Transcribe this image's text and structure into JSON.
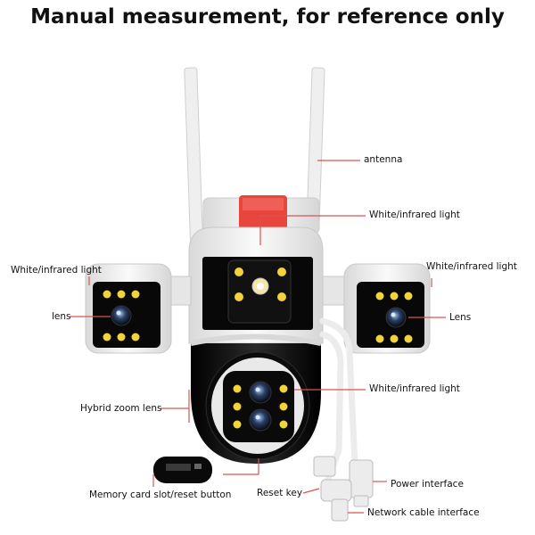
{
  "title": "Manual measurement, for reference only",
  "labels": {
    "antenna": "antenna",
    "light_top": "White/infrared light",
    "light_left": "White/infrared light",
    "light_right": "White/infrared light",
    "lens_left": "lens",
    "lens_right": "Lens",
    "light_bottom": "White/infrared light",
    "hybrid_zoom": "Hybrid zoom lens",
    "memory_card": "Memory card slot/reset button",
    "reset_key": "Reset key",
    "power": "Power interface",
    "network": "Network cable interface"
  },
  "colors": {
    "leader_line": "#d9534f",
    "led": "#f2d33a",
    "body_white": "#f1f1f1",
    "body_black": "#111111",
    "red_cap": "#e8453c"
  }
}
